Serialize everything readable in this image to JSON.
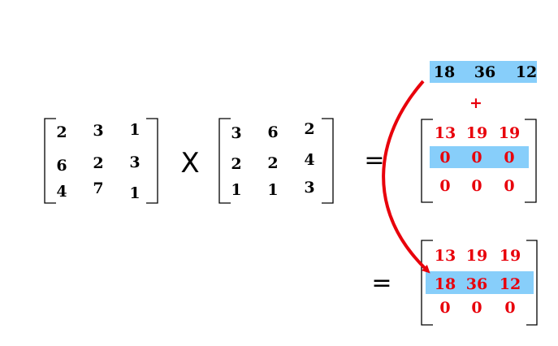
{
  "matrix_a": [
    [
      "2",
      "3",
      "1"
    ],
    [
      "6",
      "2",
      "3"
    ],
    [
      "4",
      "7",
      "1"
    ]
  ],
  "multiply_sign": "X",
  "matrix_b": [
    [
      "3",
      "6",
      "2"
    ],
    [
      "2",
      "2",
      "4"
    ],
    [
      "1",
      "1",
      "3"
    ]
  ],
  "equals_sign": "=",
  "top_row": [
    "18",
    "36",
    "12"
  ],
  "plus_sign": "+",
  "matrix_c": [
    [
      "13",
      "19",
      "19"
    ],
    [
      "0",
      "0",
      "0"
    ],
    [
      "0",
      "0",
      "0"
    ]
  ],
  "matrix_d": [
    [
      "13",
      "19",
      "19"
    ],
    [
      "18",
      "36",
      "12"
    ],
    [
      "0",
      "0",
      "0"
    ]
  ],
  "colors": {
    "highlight": "#87cefa",
    "red_text": "#e8000b",
    "arrow": "#e8000b",
    "black_text": "#000000"
  }
}
